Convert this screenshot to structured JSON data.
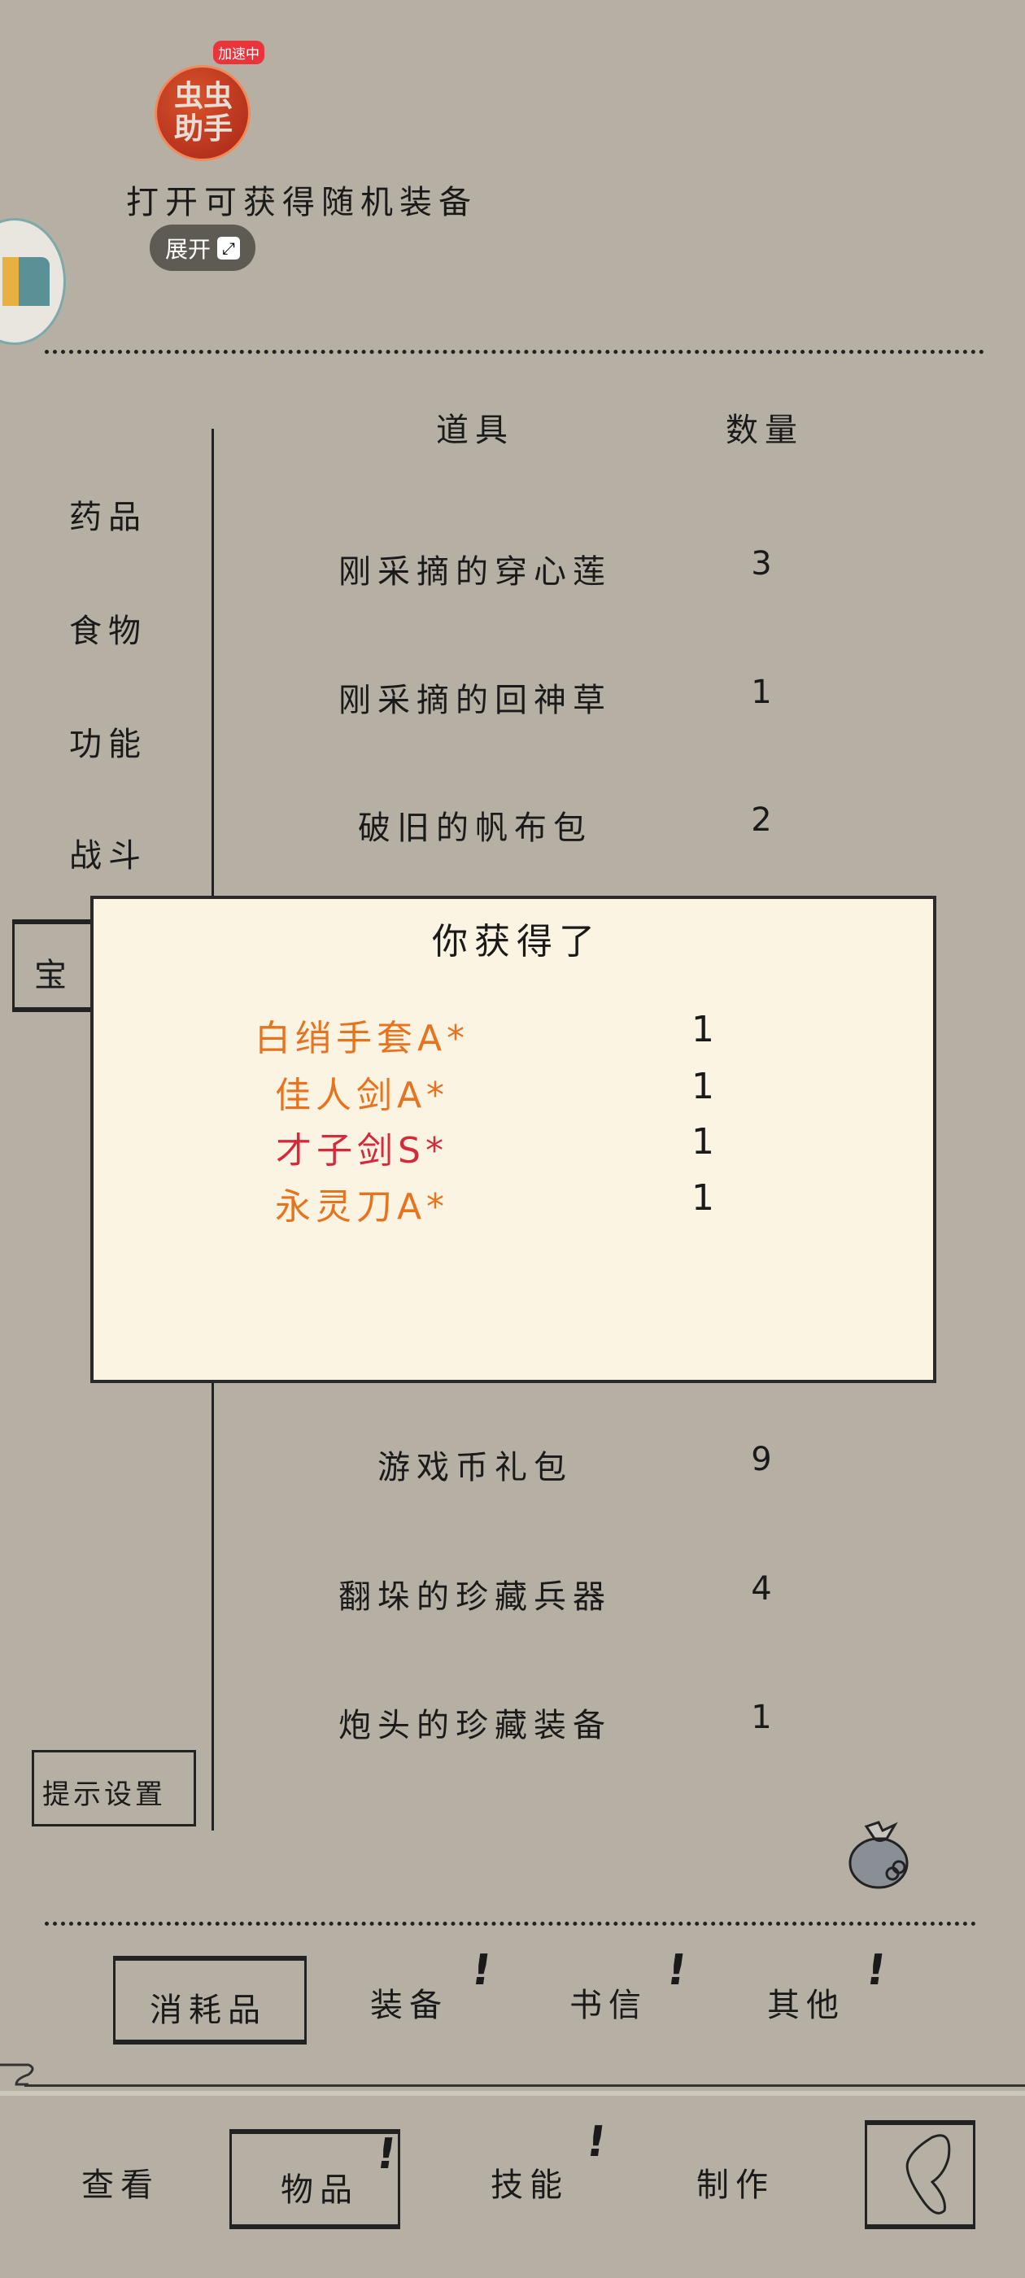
{
  "overlay": {
    "assistant_badge": "加速中",
    "assistant_logo": "虫虫助手",
    "expand_label": "展开",
    "expand_icon": "expand-arrows-icon"
  },
  "description": "打开可获得随机装备",
  "table": {
    "headers": {
      "item": "道具",
      "count": "数量"
    },
    "rows": [
      {
        "name": "刚采摘的穿心莲",
        "count": "3"
      },
      {
        "name": "刚采摘的回神草",
        "count": "1"
      },
      {
        "name": "破旧的帆布包",
        "count": "2"
      },
      {
        "name": "游戏币礼包",
        "count": "9"
      },
      {
        "name": "翻垛的珍藏兵器",
        "count": "4"
      },
      {
        "name": "炮头的珍藏装备",
        "count": "1"
      }
    ]
  },
  "sidebar": {
    "items": [
      {
        "label": "药品"
      },
      {
        "label": "食物"
      },
      {
        "label": "功能"
      },
      {
        "label": "战斗"
      },
      {
        "label": "宝",
        "selected": true
      }
    ],
    "hint_settings": "提示设置"
  },
  "dialog": {
    "title": "你获得了",
    "items": [
      {
        "name": "白绡手套A*",
        "count": "1",
        "color": "#e8731f"
      },
      {
        "name": "佳人剑A*",
        "count": "1",
        "color": "#e8731f"
      },
      {
        "name": "才子剑S*",
        "count": "1",
        "color": "#d42a3a"
      },
      {
        "name": "永灵刀A*",
        "count": "1",
        "color": "#e8731f"
      }
    ]
  },
  "category_tabs": [
    {
      "label": "消耗品",
      "selected": true,
      "alert": false
    },
    {
      "label": "装备",
      "selected": false,
      "alert": true
    },
    {
      "label": "书信",
      "selected": false,
      "alert": true
    },
    {
      "label": "其他",
      "selected": false,
      "alert": true
    }
  ],
  "bottom_nav": [
    {
      "label": "查看",
      "selected": false,
      "alert": false
    },
    {
      "label": "物品",
      "selected": true,
      "alert": true
    },
    {
      "label": "技能",
      "selected": false,
      "alert": true
    },
    {
      "label": "制作",
      "selected": false,
      "alert": false
    }
  ],
  "alert_mark": "!",
  "icons": {
    "bag": "money-bag-icon",
    "back": "back-arrow-icon"
  }
}
